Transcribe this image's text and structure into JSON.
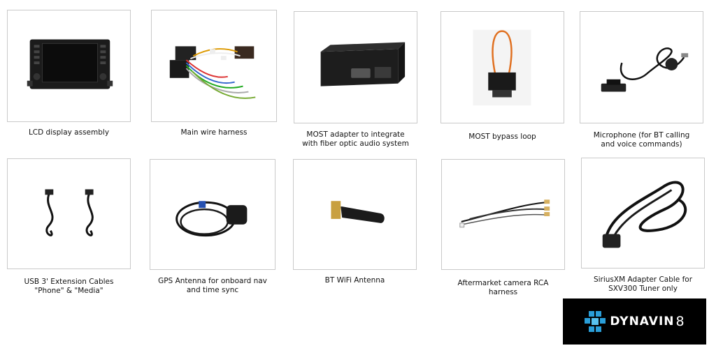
{
  "items": [
    {
      "caption": "LCD display assembly",
      "image": "lcd-display-unit"
    },
    {
      "caption": "Main wire harness",
      "image": "wire-harness"
    },
    {
      "caption": "MOST adapter to integrate\nwith fiber optic audio system",
      "image": "most-adapter-box"
    },
    {
      "caption": "MOST bypass loop",
      "image": "fiber-bypass-loop"
    },
    {
      "caption": "Microphone (for BT calling\nand voice commands)",
      "image": "microphone"
    },
    {
      "caption": "USB 3' Extension Cables\n\"Phone\" & \"Media\"",
      "image": "usb-cables"
    },
    {
      "caption": "GPS Antenna for onboard nav\nand time sync",
      "image": "gps-antenna"
    },
    {
      "caption": "BT WiFi Antenna",
      "image": "wifi-antenna"
    },
    {
      "caption": "Aftermarket camera RCA\nharness",
      "image": "rca-harness"
    },
    {
      "caption": "SiriusXM Adapter Cable for\nSXV300 Tuner only",
      "image": "siriusxm-cable"
    }
  ],
  "logo": {
    "brand": "DYNAVIN",
    "number": "8",
    "accent": "#2a9ed8"
  }
}
